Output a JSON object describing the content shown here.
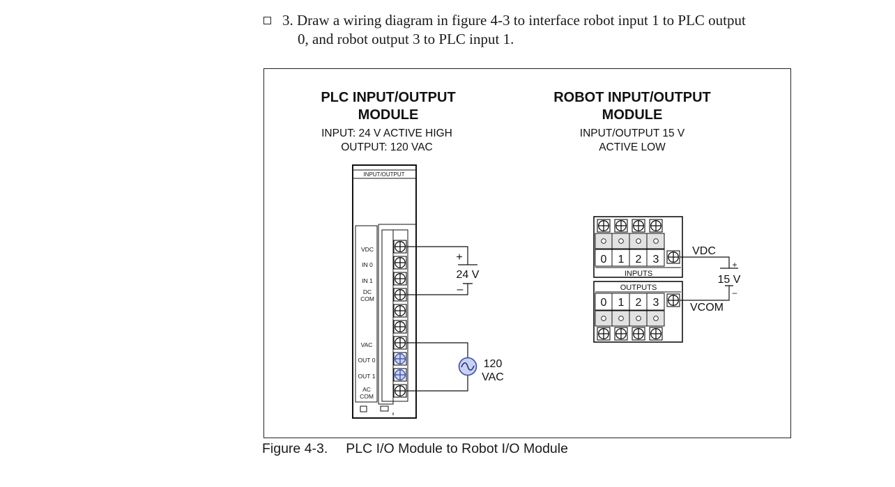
{
  "question": {
    "line1": "3. Draw a wiring diagram in figure 4-3 to interface robot input 1 to PLC output",
    "line2": "0, and robot output 3 to PLC input 1."
  },
  "plc": {
    "title_line1": "PLC INPUT/OUTPUT",
    "title_line2": "MODULE",
    "sub_line1": "INPUT: 24 V ACTIVE HIGH",
    "sub_line2": "OUTPUT: 120 VAC",
    "header": "INPUT/OUTPUT",
    "labels": {
      "vdc": "VDC",
      "in0": "IN 0",
      "in1": "IN 1",
      "dc1": "DC",
      "dc2": "COM",
      "vac": "VAC",
      "out0": "OUT 0",
      "out1": "OUT 1",
      "ac1": "AC",
      "ac2": "COM"
    },
    "supply_dc": {
      "label": "24 V",
      "plus": "+",
      "minus": "–"
    },
    "supply_ac": {
      "label_line1": "120",
      "label_line2": "VAC"
    }
  },
  "robot": {
    "title_line1": "ROBOT INPUT/OUTPUT",
    "title_line2": "MODULE",
    "sub_line1": "INPUT/OUTPUT 15 V",
    "sub_line2": "ACTIVE LOW",
    "inputs_label": "INPUTS",
    "outputs_label": "OUTPUTS",
    "terminal_numbers": [
      "0",
      "1",
      "2",
      "3"
    ],
    "vdc_label": "VDC",
    "vcom_label": "VCOM",
    "supply": {
      "label": "15 V",
      "plus": "+",
      "minus": "–"
    }
  },
  "caption": {
    "number": "Figure 4-3.",
    "title": "PLC I/O Module to Robot I/O Module"
  },
  "colors": {
    "highlight": "#c9d2f0",
    "highlight_stroke": "#3a4db0"
  }
}
